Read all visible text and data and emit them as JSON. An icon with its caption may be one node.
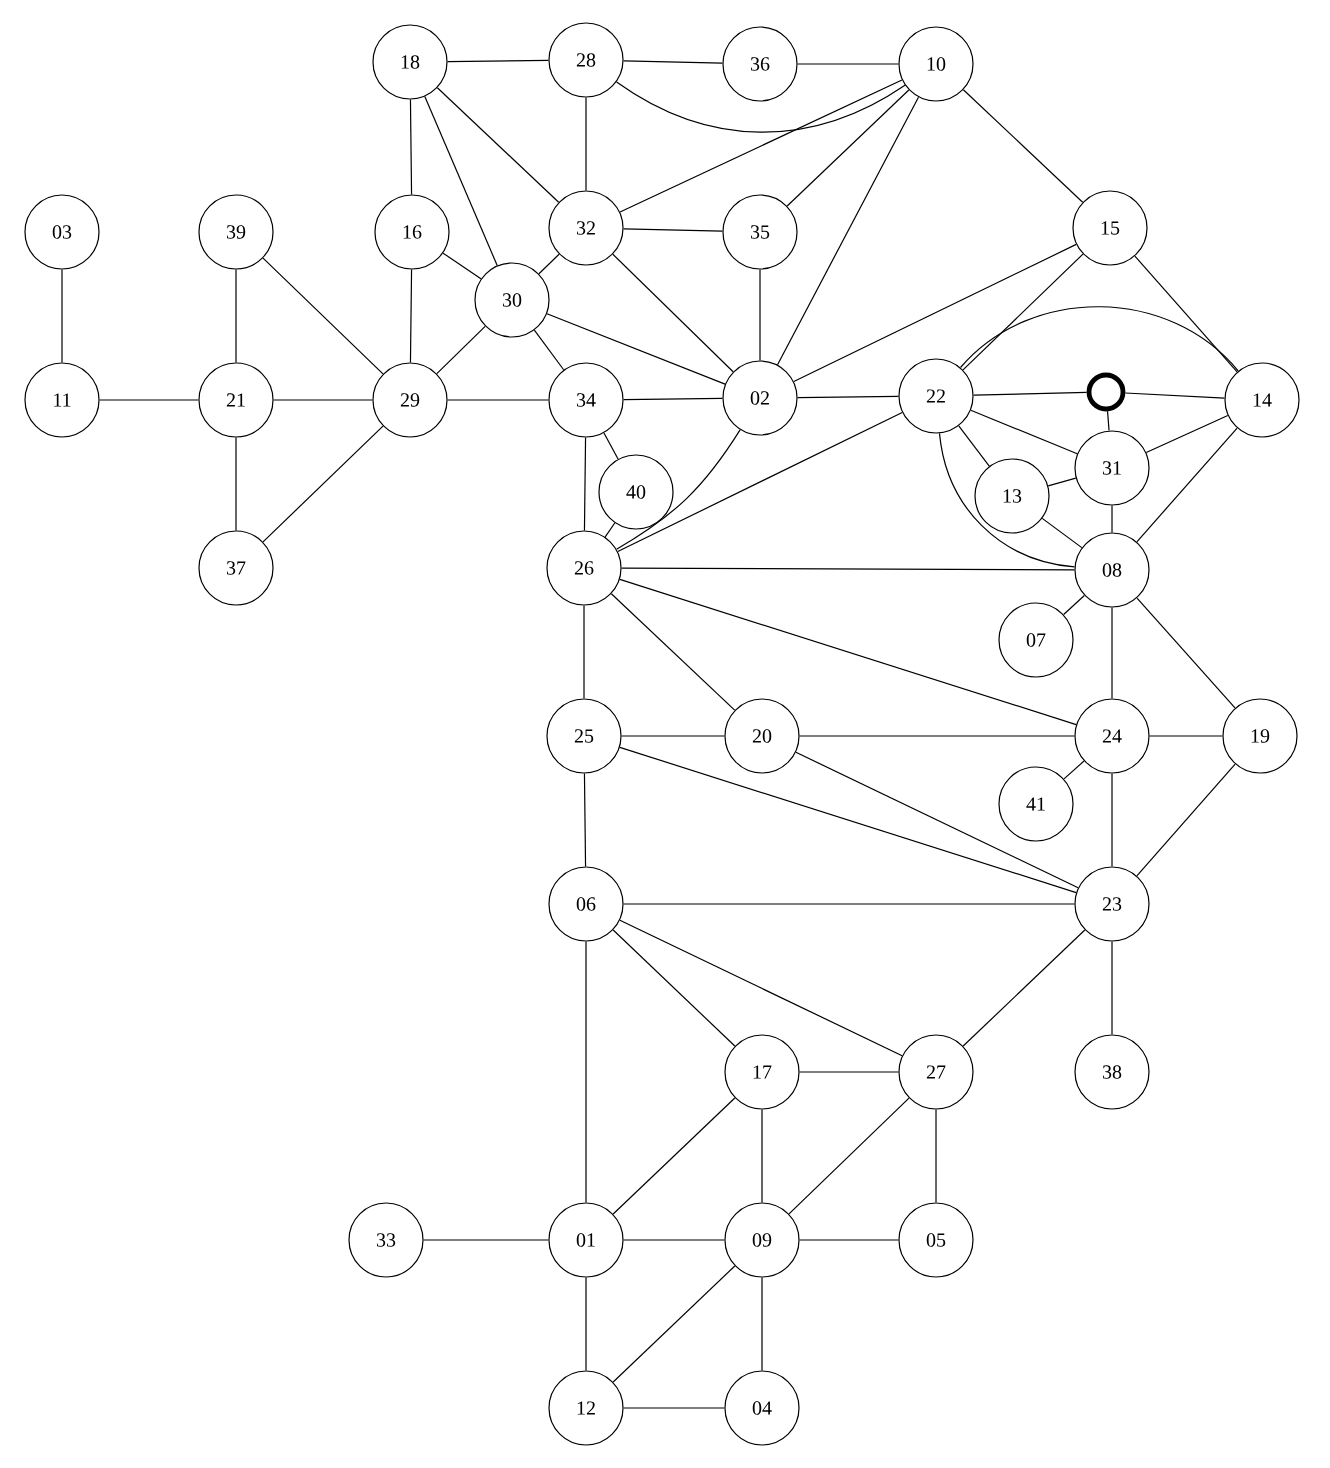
{
  "diagram": {
    "nodes": [
      {
        "text": [
          "18"
        ]
      },
      {
        "text": [
          "28"
        ]
      },
      {
        "text": [
          "36"
        ]
      },
      {
        "text": [
          "10"
        ]
      },
      {
        "text": [
          "03"
        ]
      },
      {
        "text": [
          "39"
        ]
      },
      {
        "text": [
          "16"
        ]
      },
      {
        "text": [
          "32"
        ]
      },
      {
        "text": [
          "35"
        ]
      },
      {
        "text": [
          "15"
        ]
      },
      {
        "text": [
          "30"
        ]
      },
      {
        "text": [
          "11"
        ]
      },
      {
        "text": [
          "21"
        ]
      },
      {
        "text": [
          "29"
        ]
      },
      {
        "text": [
          "34"
        ]
      },
      {
        "text": [
          "02"
        ]
      },
      {
        "text": [
          "22"
        ]
      },
      {
        "text": [],
        "shape": "circle"
      },
      {
        "text": [
          "14"
        ]
      },
      {
        "text": [
          "40"
        ]
      },
      {
        "text": [
          "13"
        ]
      },
      {
        "text": [
          "31"
        ]
      },
      {
        "text": [
          "37"
        ]
      },
      {
        "text": [
          "26"
        ]
      },
      {
        "text": [
          "08"
        ]
      },
      {
        "text": [
          "07"
        ]
      },
      {
        "text": [
          "25"
        ]
      },
      {
        "text": [
          "20"
        ]
      },
      {
        "text": [
          "24"
        ]
      },
      {
        "text": [
          "19"
        ]
      },
      {
        "text": [
          "41"
        ]
      },
      {
        "text": [
          "06"
        ]
      },
      {
        "text": [
          "23"
        ]
      },
      {
        "text": [
          "17"
        ]
      },
      {
        "text": [
          "27"
        ]
      },
      {
        "text": [
          "38"
        ]
      },
      {
        "text": [
          "33"
        ]
      },
      {
        "text": [
          "01"
        ]
      },
      {
        "text": [
          "09"
        ]
      },
      {
        "text": [
          "05"
        ]
      },
      {
        "text": [
          "12"
        ]
      },
      {
        "text": [
          "04"
        ]
      }
    ],
    "edges": [
      {
        "from": 0,
        "to": 1,
        "arrow": "none"
      },
      {
        "from": 1,
        "to": 2,
        "arrow": "none"
      },
      {
        "from": 2,
        "to": 3,
        "arrow": "none"
      },
      {
        "from": 1,
        "to": 3,
        "arrow": "none"
      },
      {
        "from": 0,
        "to": 6,
        "arrow": "none"
      },
      {
        "from": 0,
        "to": 7,
        "arrow": "none"
      },
      {
        "from": 0,
        "to": 10,
        "arrow": "none"
      },
      {
        "from": 1,
        "to": 7,
        "arrow": "none"
      },
      {
        "from": 7,
        "to": 3,
        "arrow": "none"
      },
      {
        "from": 7,
        "to": 8,
        "arrow": "none"
      },
      {
        "from": 7,
        "to": 15,
        "arrow": "none"
      },
      {
        "from": 7,
        "to": 10,
        "arrow": "none"
      },
      {
        "from": 8,
        "to": 3,
        "arrow": "none"
      },
      {
        "from": 8,
        "to": 15,
        "arrow": "none"
      },
      {
        "from": 3,
        "to": 15,
        "arrow": "none"
      },
      {
        "from": 3,
        "to": 9,
        "arrow": "none"
      },
      {
        "from": 6,
        "to": 10,
        "arrow": "none"
      },
      {
        "from": 6,
        "to": 13,
        "arrow": "none"
      },
      {
        "from": 10,
        "to": 13,
        "arrow": "none"
      },
      {
        "from": 10,
        "to": 14,
        "arrow": "none"
      },
      {
        "from": 10,
        "to": 15,
        "arrow": "none"
      },
      {
        "from": 4,
        "to": 11,
        "arrow": "none"
      },
      {
        "from": 11,
        "to": 12,
        "arrow": "none"
      },
      {
        "from": 5,
        "to": 12,
        "arrow": "none"
      },
      {
        "from": 5,
        "to": 13,
        "arrow": "none"
      },
      {
        "from": 12,
        "to": 13,
        "arrow": "none"
      },
      {
        "from": 12,
        "to": 22,
        "arrow": "none"
      },
      {
        "from": 22,
        "to": 13,
        "arrow": "none"
      },
      {
        "from": 13,
        "to": 14,
        "arrow": "none"
      },
      {
        "from": 14,
        "to": 15,
        "arrow": "none"
      },
      {
        "from": 14,
        "to": 19,
        "arrow": "none"
      },
      {
        "from": 14,
        "to": 23,
        "arrow": "none"
      },
      {
        "from": 19,
        "to": 23,
        "arrow": "none"
      },
      {
        "from": 15,
        "to": 16,
        "arrow": "none"
      },
      {
        "from": 15,
        "to": 9,
        "arrow": "none"
      },
      {
        "from": 15,
        "to": 23,
        "arrow": "none"
      },
      {
        "from": 16,
        "to": 9,
        "arrow": "none"
      },
      {
        "from": 16,
        "to": 23,
        "arrow": "none"
      },
      {
        "from": 16,
        "to": 17,
        "arrow": "none"
      },
      {
        "from": 17,
        "to": 18,
        "arrow": "none"
      },
      {
        "from": 16,
        "to": 18,
        "arrow": "none"
      },
      {
        "from": 16,
        "to": 21,
        "arrow": "none"
      },
      {
        "from": 16,
        "to": 20,
        "arrow": "none"
      },
      {
        "from": 16,
        "to": 24,
        "arrow": "none"
      },
      {
        "from": 17,
        "to": 21,
        "arrow": "none"
      },
      {
        "from": 21,
        "to": 20,
        "arrow": "none"
      },
      {
        "from": 21,
        "to": 24,
        "arrow": "none"
      },
      {
        "from": 21,
        "to": 18,
        "arrow": "none"
      },
      {
        "from": 9,
        "to": 18,
        "arrow": "none"
      },
      {
        "from": 18,
        "to": 24,
        "arrow": "none"
      },
      {
        "from": 20,
        "to": 24,
        "arrow": "none"
      },
      {
        "from": 24,
        "to": 23,
        "arrow": "none"
      },
      {
        "from": 24,
        "to": 25,
        "arrow": "none"
      },
      {
        "from": 24,
        "to": 28,
        "arrow": "none"
      },
      {
        "from": 24,
        "to": 29,
        "arrow": "none"
      },
      {
        "from": 23,
        "to": 26,
        "arrow": "none"
      },
      {
        "from": 23,
        "to": 27,
        "arrow": "none"
      },
      {
        "from": 23,
        "to": 28,
        "arrow": "none"
      },
      {
        "from": 26,
        "to": 27,
        "arrow": "none"
      },
      {
        "from": 26,
        "to": 32,
        "arrow": "none"
      },
      {
        "from": 26,
        "to": 31,
        "arrow": "none"
      },
      {
        "from": 27,
        "to": 28,
        "arrow": "none"
      },
      {
        "from": 27,
        "to": 32,
        "arrow": "none"
      },
      {
        "from": 28,
        "to": 29,
        "arrow": "none"
      },
      {
        "from": 28,
        "to": 30,
        "arrow": "none"
      },
      {
        "from": 28,
        "to": 32,
        "arrow": "none"
      },
      {
        "from": 29,
        "to": 32,
        "arrow": "none"
      },
      {
        "from": 31,
        "to": 32,
        "arrow": "none"
      },
      {
        "from": 31,
        "to": 33,
        "arrow": "none"
      },
      {
        "from": 31,
        "to": 34,
        "arrow": "none"
      },
      {
        "from": 31,
        "to": 37,
        "arrow": "none"
      },
      {
        "from": 32,
        "to": 34,
        "arrow": "none"
      },
      {
        "from": 32,
        "to": 35,
        "arrow": "none"
      },
      {
        "from": 33,
        "to": 34,
        "arrow": "none"
      },
      {
        "from": 33,
        "to": 37,
        "arrow": "none"
      },
      {
        "from": 33,
        "to": 38,
        "arrow": "none"
      },
      {
        "from": 34,
        "to": 38,
        "arrow": "none"
      },
      {
        "from": 34,
        "to": 39,
        "arrow": "none"
      },
      {
        "from": 37,
        "to": 36,
        "arrow": "none"
      },
      {
        "from": 37,
        "to": 38,
        "arrow": "none"
      },
      {
        "from": 37,
        "to": 40,
        "arrow": "none"
      },
      {
        "from": 38,
        "to": 39,
        "arrow": "none"
      },
      {
        "from": 38,
        "to": 40,
        "arrow": "none"
      },
      {
        "from": 38,
        "to": 41,
        "arrow": "none"
      },
      {
        "from": 40,
        "to": 41,
        "arrow": "none"
      }
    ]
  }
}
